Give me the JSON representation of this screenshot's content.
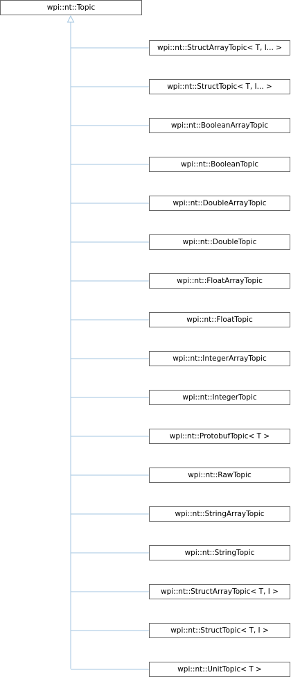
{
  "diagram": {
    "base_class": "wpi::nt::Topic",
    "derived_classes": [
      "wpi::nt::StructArrayTopic< T, I... >",
      "wpi::nt::StructTopic< T, I... >",
      "wpi::nt::BooleanArrayTopic",
      "wpi::nt::BooleanTopic",
      "wpi::nt::DoubleArrayTopic",
      "wpi::nt::DoubleTopic",
      "wpi::nt::FloatArrayTopic",
      "wpi::nt::FloatTopic",
      "wpi::nt::IntegerArrayTopic",
      "wpi::nt::IntegerTopic",
      "wpi::nt::ProtobufTopic< T >",
      "wpi::nt::RawTopic",
      "wpi::nt::StringArrayTopic",
      "wpi::nt::StringTopic",
      "wpi::nt::StructArrayTopic< T, I >",
      "wpi::nt::StructTopic< T, I >",
      "wpi::nt::UnitTopic< T >"
    ],
    "edge_color": "#a3c6e0"
  }
}
